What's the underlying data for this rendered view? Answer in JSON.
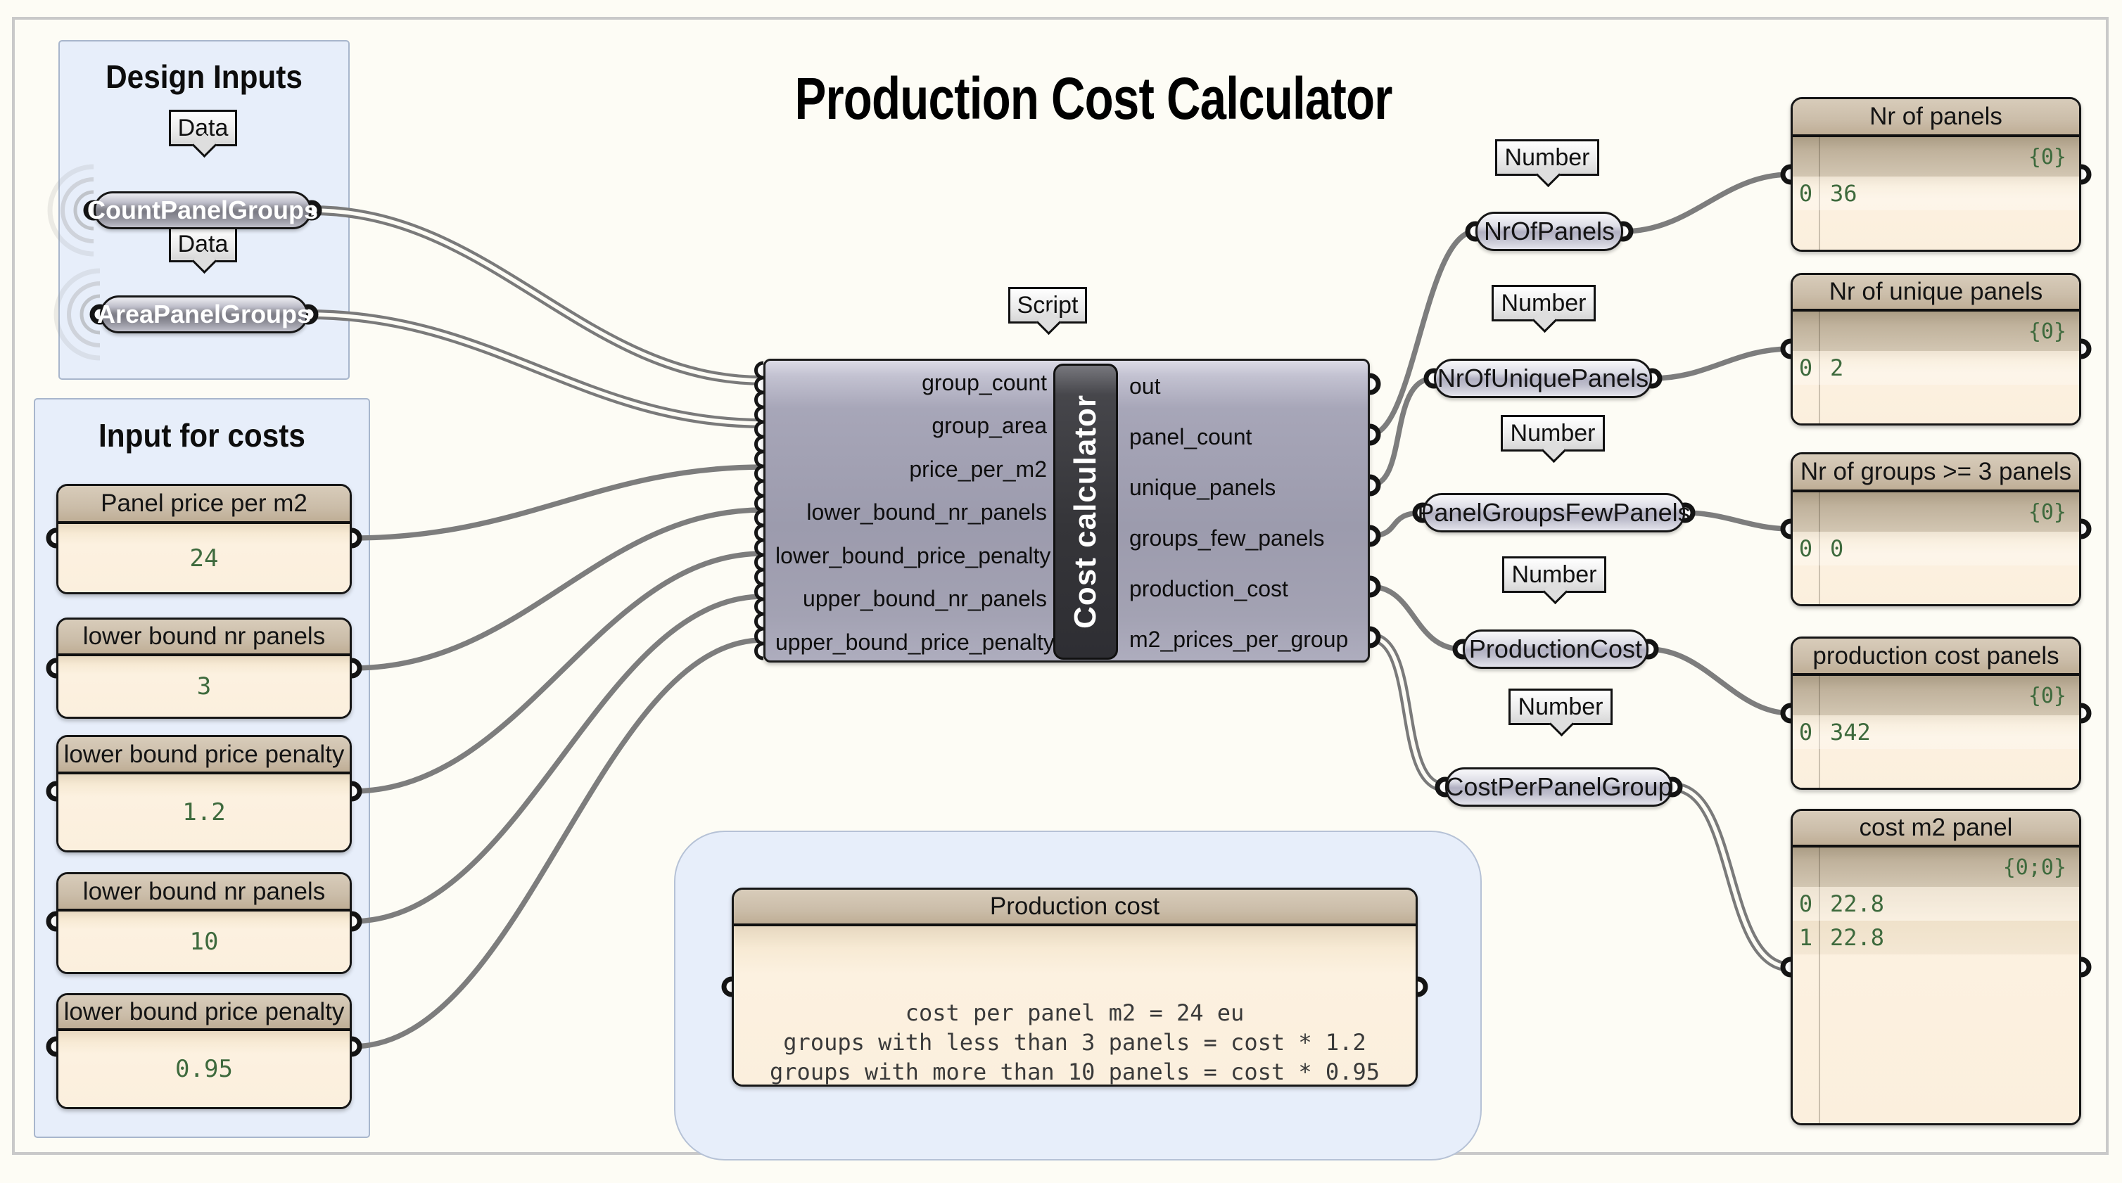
{
  "title": "Production Cost Calculator",
  "colors": {
    "canvas": "#fdfcf5",
    "group_blue": "#e7eefa",
    "tan_header": "#cbbda9",
    "cream_body": "#fbefdd",
    "value_green": "#3e6a3d",
    "wire_gray": "#7d7d7d",
    "capsule_dark": "#84848f",
    "capsule_light": "#c6c5d4"
  },
  "groups": {
    "design_inputs": {
      "label": "Design Inputs"
    },
    "input_for_costs": {
      "label": "Input for costs"
    }
  },
  "tags": {
    "data": "Data",
    "number": "Number",
    "script": "Script"
  },
  "data_params": [
    {
      "name": "CountPanelGroups"
    },
    {
      "name": "AreaPanelGroups"
    }
  ],
  "number_params": [
    {
      "name": "NrOfPanels"
    },
    {
      "name": "NrOfUniquePanels"
    },
    {
      "name": "PanelGroupsFewPanels"
    },
    {
      "name": "ProductionCost"
    },
    {
      "name": "CostPerPanelGroup"
    }
  ],
  "script_component": {
    "name": "Cost calculator",
    "inputs": [
      "group_count",
      "group_area",
      "price_per_m2",
      "lower_bound_nr_panels",
      "lower_bound_price_penalty",
      "upper_bound_nr_panels",
      "upper_bound_price_penalty"
    ],
    "outputs": [
      "out",
      "panel_count",
      "unique_panels",
      "groups_few_panels",
      "production_cost",
      "m2_prices_per_group"
    ]
  },
  "sliders": [
    {
      "label": "Panel price per m2",
      "value": "24"
    },
    {
      "label": "lower bound nr panels",
      "value": "3"
    },
    {
      "label": "lower bound price penalty",
      "value": "1.2"
    },
    {
      "label": "lower bound nr panels",
      "value": "10"
    },
    {
      "label": "lower bound price penalty",
      "value": "0.95"
    }
  ],
  "output_panels": [
    {
      "title": "Nr of panels",
      "path": "{0}",
      "rows": [
        {
          "index": "0",
          "value": "36"
        }
      ]
    },
    {
      "title": "Nr of unique panels",
      "path": "{0}",
      "rows": [
        {
          "index": "0",
          "value": "2"
        }
      ]
    },
    {
      "title": "Nr of groups >= 3 panels",
      "path": "{0}",
      "rows": [
        {
          "index": "0",
          "value": "0"
        }
      ]
    },
    {
      "title": "production cost panels",
      "path": "{0}",
      "rows": [
        {
          "index": "0",
          "value": "342"
        }
      ]
    },
    {
      "title": "cost m2 panel",
      "path": "{0;0}",
      "rows": [
        {
          "index": "0",
          "value": "22.8"
        },
        {
          "index": "1",
          "value": "22.8"
        }
      ]
    }
  ],
  "note_panel": {
    "title": "Production cost",
    "lines": [
      "cost per panel m2 = 24 eu",
      "groups with less than 3 panels = cost * 1.2",
      "groups with more than 10 panels = cost * 0.95"
    ]
  }
}
